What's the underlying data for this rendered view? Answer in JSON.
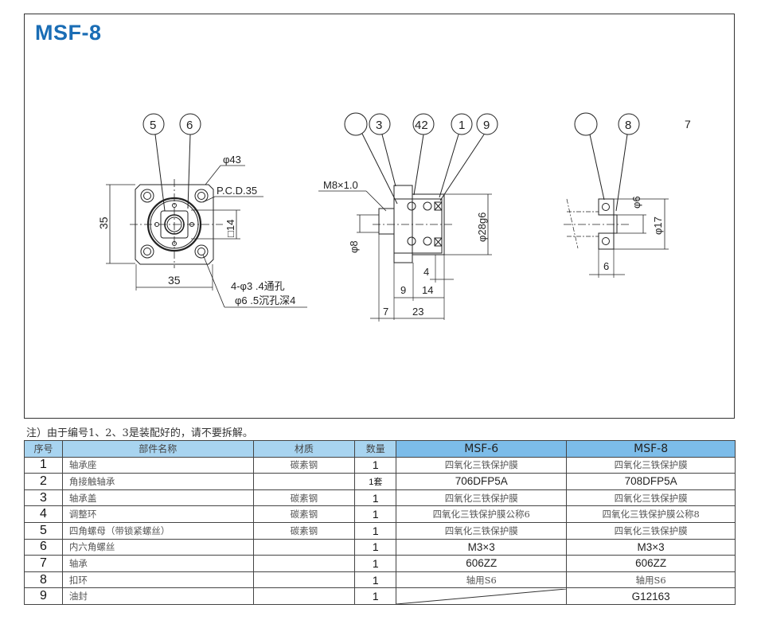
{
  "title": "MSF-8",
  "drawing": {
    "front_view": {
      "balloons": [
        "5",
        "6"
      ],
      "phi43": "φ43",
      "pcd": "P.C.D.35",
      "square14": "□14",
      "dim_height": "35",
      "dim_width": "35",
      "hole_note_1": "4-φ3 .4通孔",
      "hole_note_2": "φ6 .5沉孔深4"
    },
    "side_view": {
      "balloons": [
        "3",
        "42",
        "1",
        "9"
      ],
      "thread": "M8×1.0",
      "phi8": "φ8",
      "phi28": "φ28g6",
      "dim_4": "4",
      "dim_9": "9",
      "dim_14": "14",
      "dim_7": "7",
      "dim_23": "23"
    },
    "bearing_view": {
      "balloons": [
        "8"
      ],
      "label_7": "7",
      "phi6": "φ6",
      "phi17": "φ17",
      "dim_6": "6"
    }
  },
  "note": "注）由于编号1、2、3是装配好的，请不要拆解。",
  "table": {
    "headers": [
      "序号",
      "部件名称",
      "材质",
      "数量",
      "MSF-6",
      "MSF-8"
    ],
    "rows": [
      {
        "no": "1",
        "name": "轴承座",
        "material": "碳素钢",
        "qty": "1",
        "msf6": "四氧化三铁保护膜",
        "msf8": "四氧化三铁保护膜"
      },
      {
        "no": "2",
        "name": "角接触轴承",
        "material": "",
        "qty": "1套",
        "msf6": "706DFP5A",
        "msf8": "708DFP5A"
      },
      {
        "no": "3",
        "name": "轴承盖",
        "material": "碳素钢",
        "qty": "1",
        "msf6": "四氧化三铁保护膜",
        "msf8": "四氧化三铁保护膜"
      },
      {
        "no": "4",
        "name": "调整环",
        "material": "碳素钢",
        "qty": "1",
        "msf6": "四氧化三铁保护膜公称6",
        "msf8": "四氧化三铁保护膜公称8"
      },
      {
        "no": "5",
        "name": "四角螺母（带锁紧螺丝）",
        "material": "碳素钢",
        "qty": "1",
        "msf6": "四氧化三铁保护膜",
        "msf8": "四氧化三铁保护膜"
      },
      {
        "no": "6",
        "name": "内六角螺丝",
        "material": "",
        "qty": "1",
        "msf6": "M3×3",
        "msf8": "M3×3"
      },
      {
        "no": "7",
        "name": "轴承",
        "material": "",
        "qty": "1",
        "msf6": "606ZZ",
        "msf8": "606ZZ"
      },
      {
        "no": "8",
        "name": "扣环",
        "material": "",
        "qty": "1",
        "msf6": "轴用S6",
        "msf8": "轴用S6"
      },
      {
        "no": "9",
        "name": "油封",
        "material": "",
        "qty": "1",
        "msf6": "",
        "msf8": "G12163"
      }
    ]
  },
  "colors": {
    "title": "#1a6db5",
    "header_light": "#a8d4f0",
    "header_model": "#7cbce9"
  }
}
